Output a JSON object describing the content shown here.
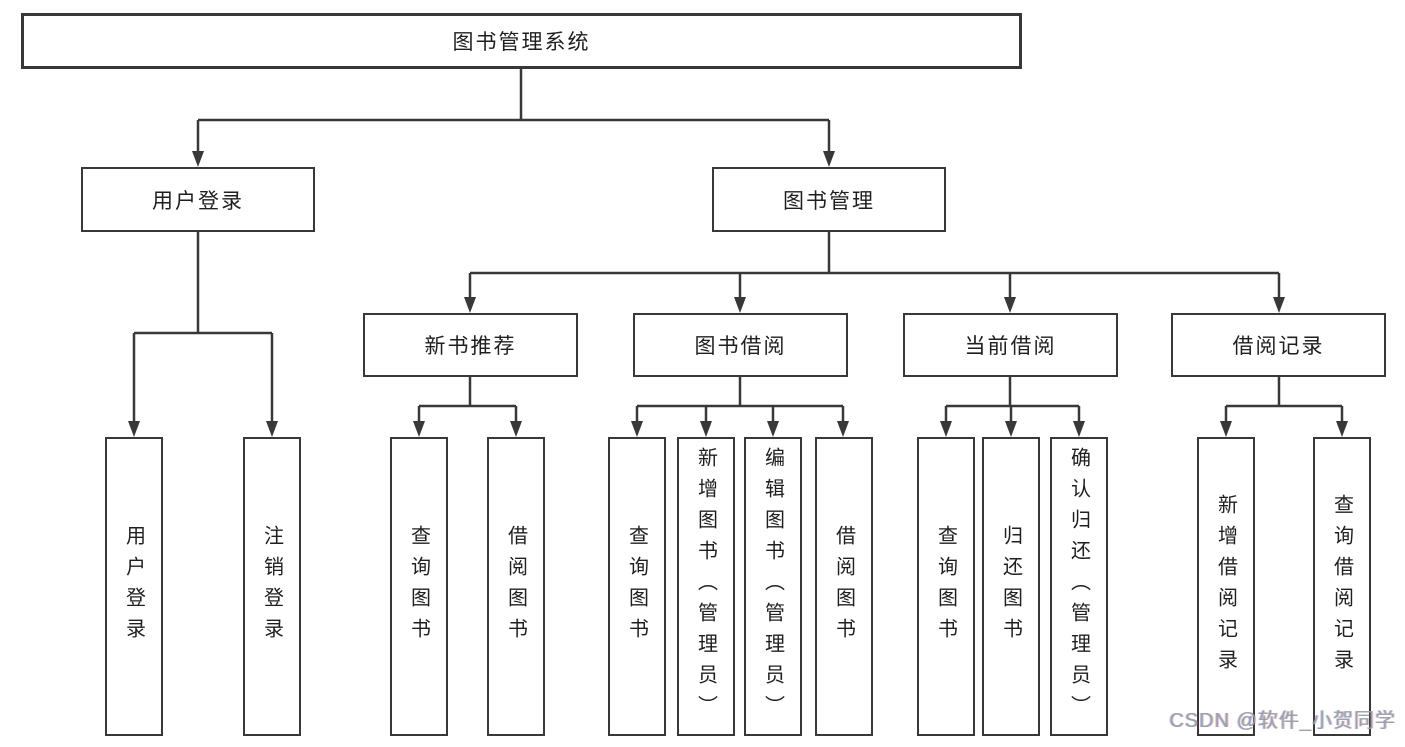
{
  "colors": {
    "line": "#383838",
    "box_border": "#383838",
    "box_fill": "#ffffff",
    "text": "#1f1f1f",
    "watermark": "#9aa0ac",
    "background": "#ffffff"
  },
  "watermark": {
    "text": "CSDN @软件_小贺同学"
  },
  "tree": {
    "label": "图书管理系统",
    "children": [
      {
        "label": "用户登录",
        "children": [
          {
            "label": "用户登录"
          },
          {
            "label": "注销登录"
          }
        ]
      },
      {
        "label": "图书管理",
        "children": [
          {
            "label": "新书推荐",
            "children": [
              {
                "label": "查询图书"
              },
              {
                "label": "借阅图书"
              }
            ]
          },
          {
            "label": "图书借阅",
            "children": [
              {
                "label": "查询图书"
              },
              {
                "label": "新增图书（管理员）"
              },
              {
                "label": "编辑图书（管理员）"
              },
              {
                "label": "借阅图书"
              }
            ]
          },
          {
            "label": "当前借阅",
            "children": [
              {
                "label": "查询图书"
              },
              {
                "label": "归还图书"
              },
              {
                "label": "确认归还（管理员）"
              }
            ]
          },
          {
            "label": "借阅记录",
            "children": [
              {
                "label": "新增借阅记录"
              },
              {
                "label": "查询借阅记录"
              }
            ]
          }
        ]
      }
    ]
  }
}
